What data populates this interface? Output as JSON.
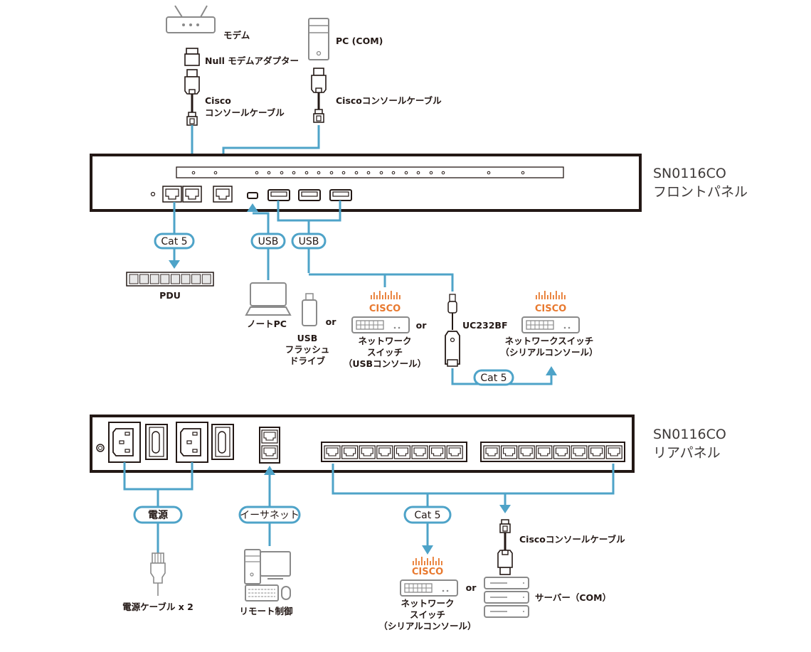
{
  "colors": {
    "cable": "#4ea3c8",
    "chassis": "#231815",
    "device_outline": "#8a8a8a",
    "cisco_brand": "#e8792f",
    "label_text": "#231815"
  },
  "front_panel": {
    "model": "SN0116CO",
    "name": "フロントパネル"
  },
  "rear_panel": {
    "model": "SN0116CO",
    "name": "リアパネル"
  },
  "top_devices": {
    "modem": "モデム",
    "null_modem_adapter": "Null モデムアダプター",
    "cisco_cable_left_line1": "Cisco",
    "cisco_cable_left_line2": "コンソールケーブル",
    "pc_com": "PC (COM)",
    "cisco_cable_right": "Ciscoコンソールケーブル"
  },
  "front_connections": {
    "cat5_label": "Cat 5",
    "usb_label_1": "USB",
    "usb_label_2": "USB",
    "pdu": "PDU",
    "notebook_pc": "ノートPC",
    "usb_flash_line1": "USB",
    "usb_flash_line2": "フラッシュ",
    "usb_flash_line3": "ドライブ",
    "or_1": "or",
    "or_2": "or",
    "cisco_logo_1": "CISCO",
    "switch_usb_line1": "ネットワーク",
    "switch_usb_line2": "スイッチ",
    "switch_usb_line3": "（USBコンソール）",
    "adapter": "UC232BF",
    "adapter_cat5": "Cat 5",
    "cisco_logo_2": "CISCO",
    "switch_serial_line1": "ネットワークスイッチ",
    "switch_serial_line2": "（シリアルコンソール）"
  },
  "rear_connections": {
    "power_label": "電源",
    "ethernet_label": "イーサネット",
    "cat5_label": "Cat 5",
    "power_cable": "電源ケーブル x 2",
    "remote_control": "リモート制御",
    "cisco_logo": "CISCO",
    "switch_serial_line1": "ネットワーク",
    "switch_serial_line2": "スイッチ",
    "switch_serial_line3": "（シリアルコンソール）",
    "or": "or",
    "cisco_cable": "Ciscoコンソールケーブル",
    "server_com": "サーバー（COM）"
  }
}
